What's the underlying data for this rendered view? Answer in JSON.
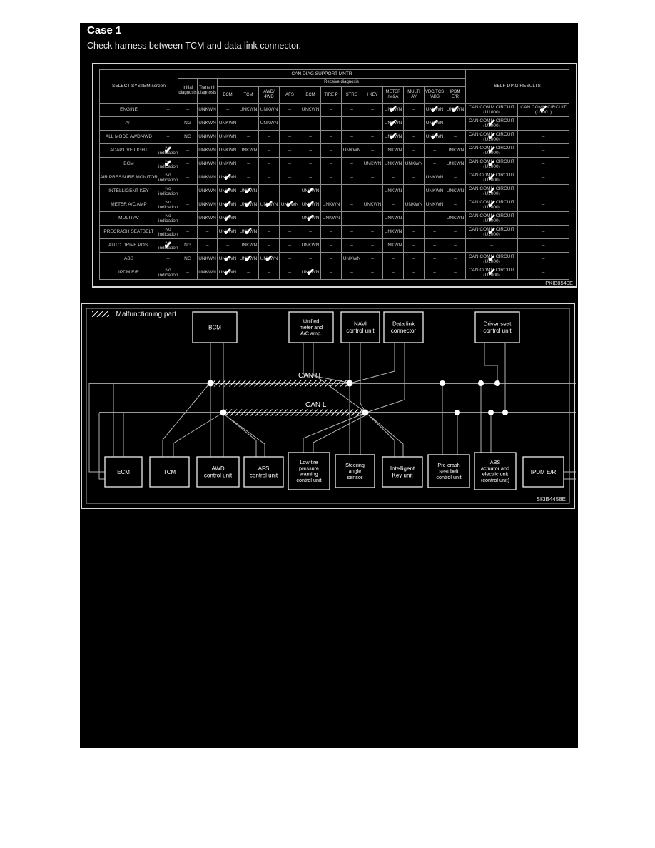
{
  "page": {
    "title": "Case 1",
    "description": "Check harness between TCM and data link connector."
  },
  "table": {
    "figure_code": "PKIB8540E",
    "headers": {
      "select_system": "SELECT SYSTEM screen",
      "can_diag": "CAN DIAG SUPPORT MNTR",
      "initial": "Initial\ndiagnosis",
      "transmit": "Transmit\ndiagnosis",
      "receive": "Receive diagnosis",
      "self_diag": "SELF-DIAG RESULTS",
      "receive_columns": [
        "ECM",
        "TCM",
        "AWD/\n4WD",
        "AFS",
        "BCM",
        "TIRE P",
        "STRG",
        "I KEY",
        "METER\n/M&A",
        "MULTI\nAV",
        "VDC/TCS\n/ABS",
        "IPDM\nE/R"
      ]
    },
    "rows": [
      {
        "system": "ENGINE",
        "values": [
          "–",
          "–",
          "UNKWN",
          "–",
          "UNKWN",
          "UNKWN",
          "–",
          "UNKWN",
          "–",
          "–",
          "–",
          "UNKWN",
          "–",
          "UNKWN",
          "UNKWN",
          "CAN COMM CIRCUIT\n(U1000)",
          "CAN COMM CIRCUIT\n(U1001)"
        ],
        "checks": [
          11,
          13,
          14,
          16
        ]
      },
      {
        "system": "A/T",
        "values": [
          "–",
          "NG",
          "UNKWN",
          "UNKWN",
          "–",
          "UNKWN",
          "–",
          "–",
          "–",
          "–",
          "–",
          "UNKWN",
          "–",
          "UNKWN",
          "–",
          "CAN COMM CIRCUIT\n(U1000)",
          "–"
        ],
        "checks": [
          11,
          13,
          15
        ]
      },
      {
        "system": "ALL MODE AWD/4WD",
        "values": [
          "–",
          "NG",
          "UNKWN",
          "UNKWN",
          "–",
          "–",
          "–",
          "–",
          "–",
          "–",
          "–",
          "UNKWN",
          "–",
          "UNKWN",
          "–",
          "CAN COMM CIRCUIT\n(U1000)",
          "–"
        ],
        "checks": [
          11,
          13,
          15
        ]
      },
      {
        "system": "ADAPTIVE LIGHT",
        "values": [
          "No\nindication",
          "–",
          "UNKWN",
          "UNKWN",
          "UNKWN",
          "–",
          "–",
          "–",
          "–",
          "UNKWN",
          "–",
          "UNKWN",
          "–",
          "–",
          "UNKWN",
          "CAN COMM CIRCUIT\n(U1000)",
          "–"
        ],
        "checks": [
          0,
          15
        ]
      },
      {
        "system": "BCM",
        "values": [
          "No\nindication",
          "–",
          "UNKWN",
          "UNKWN",
          "–",
          "–",
          "–",
          "–",
          "–",
          "–",
          "UNKWN",
          "UNKWN",
          "UNKWN",
          "–",
          "UNKWN",
          "CAN COMM CIRCUIT\n(U1000)",
          "–"
        ],
        "checks": [
          0,
          15
        ]
      },
      {
        "system": "AIR PRESSURE MONITOR",
        "values": [
          "No\nindication",
          "–",
          "UNKWN",
          "UNKWN",
          "–",
          "–",
          "–",
          "–",
          "–",
          "–",
          "–",
          "–",
          "–",
          "UNKWN",
          "–",
          "CAN COMM CIRCUIT\n(U1000)",
          "–"
        ],
        "checks": [
          3,
          15
        ]
      },
      {
        "system": "INTELLIGENT KEY",
        "values": [
          "No\nindication",
          "–",
          "UNKWN",
          "UNKWN",
          "UNKWN",
          "–",
          "–",
          "UNKWN",
          "–",
          "–",
          "–",
          "UNKWN",
          "–",
          "UNKWN",
          "UNKWN",
          "CAN COMM CIRCUIT\n(U1000)",
          "–"
        ],
        "checks": [
          3,
          4,
          7,
          15
        ]
      },
      {
        "system": "METER A/C AMP",
        "values": [
          "No\nindication",
          "–",
          "UNKWN",
          "UNKWN",
          "UNKWN",
          "UNKWN",
          "UNKWN",
          "UNKWN",
          "UNKWN",
          "–",
          "UNKWN",
          "–",
          "UNKWN",
          "UNKWN",
          "–",
          "CAN COMM CIRCUIT\n(U1000)",
          "–"
        ],
        "checks": [
          3,
          4,
          5,
          6,
          7,
          15
        ]
      },
      {
        "system": "MULTI AV",
        "values": [
          "No\nindication",
          "–",
          "UNKWN",
          "UNKWN",
          "–",
          "–",
          "–",
          "UNKWN",
          "UNKWN",
          "–",
          "–",
          "UNKWN",
          "–",
          "–",
          "UNKWN",
          "CAN COMM CIRCUIT\n(U1000)",
          "–"
        ],
        "checks": [
          3,
          7,
          15
        ]
      },
      {
        "system": "PRECRASH SEATBELT",
        "values": [
          "No\nindication",
          "–",
          "–",
          "UNKWN",
          "UNKWN",
          "–",
          "–",
          "–",
          "–",
          "–",
          "–",
          "UNKWN",
          "–",
          "–",
          "–",
          "CAN COMM CIRCUIT\n(U1000)",
          "–"
        ],
        "checks": [
          3,
          4,
          15
        ]
      },
      {
        "system": "AUTO DRIVE POS.",
        "values": [
          "No\nindication",
          "NG",
          "–",
          "–",
          "UNKWN",
          "–",
          "–",
          "UNKWN",
          "–",
          "–",
          "–",
          "UNKWN",
          "–",
          "–",
          "–",
          "–",
          "–"
        ],
        "checks": [
          0
        ]
      },
      {
        "system": "ABS",
        "values": [
          "–",
          "NG",
          "UNKWN",
          "UNKWN",
          "UNKWN",
          "UNKWN",
          "–",
          "–",
          "–",
          "UNKWN",
          "–",
          "–",
          "–",
          "–",
          "–",
          "CAN COMM CIRCUIT\n(U1000)",
          "–"
        ],
        "checks": [
          3,
          4,
          5,
          15
        ]
      },
      {
        "system": "IPDM E/R",
        "values": [
          "No\nindication",
          "–",
          "UNKWN",
          "UNKWN",
          "–",
          "–",
          "–",
          "UNKWN",
          "–",
          "–",
          "–",
          "–",
          "–",
          "–",
          "–",
          "CAN COMM CIRCUIT\n(U1000)",
          "–"
        ],
        "checks": [
          3,
          7,
          15
        ]
      }
    ]
  },
  "diagram": {
    "legend_label": ": Malfunctioning part",
    "can_h_label": "CAN H",
    "can_l_label": "CAN L",
    "figure_code": "SKIB4458E",
    "top_boxes": [
      {
        "lines": [
          "BCM"
        ]
      },
      {
        "lines": [
          "Unified",
          "meter and",
          "A/C amp."
        ]
      },
      {
        "lines": [
          "NAVI",
          "control unit"
        ]
      },
      {
        "lines": [
          "Data link",
          "connector"
        ]
      },
      {
        "lines": [
          "Driver seat",
          "control unit"
        ]
      }
    ],
    "bottom_boxes": [
      {
        "lines": [
          "ECM"
        ]
      },
      {
        "lines": [
          "TCM"
        ]
      },
      {
        "lines": [
          "AWD",
          "control unit"
        ]
      },
      {
        "lines": [
          "AFS",
          "control unit"
        ]
      },
      {
        "lines": [
          "Low tire",
          "pressure",
          "warning",
          "control unit"
        ]
      },
      {
        "lines": [
          "Steering",
          "angle",
          "sensor"
        ]
      },
      {
        "lines": [
          "Intelligent",
          "Key unit"
        ]
      },
      {
        "lines": [
          "Pre-crash",
          "seat belt",
          "control unit"
        ]
      },
      {
        "lines": [
          "ABS",
          "actuator and",
          "electric unit",
          "(control unit)"
        ]
      },
      {
        "lines": [
          "IPDM E/R"
        ]
      }
    ]
  }
}
